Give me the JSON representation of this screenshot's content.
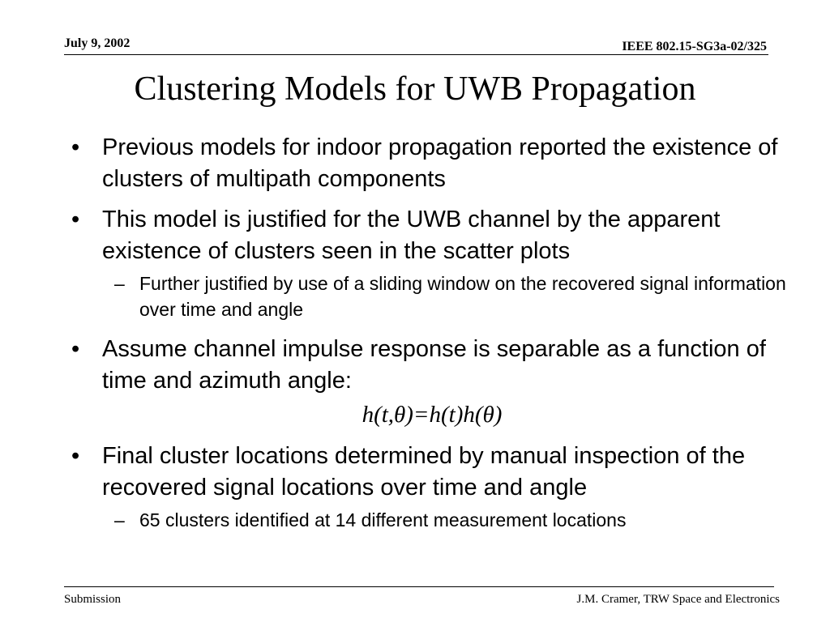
{
  "header": {
    "date": "July 9, 2002",
    "doc_id": "IEEE 802.15-SG3a-02/325"
  },
  "title": "Clustering Models for UWB Propagation",
  "bullets": [
    {
      "text": "Previous models for indoor propagation reported the existence of clusters of multipath components"
    },
    {
      "text": "This model is justified for the UWB channel by the apparent existence of clusters seen in the scatter plots",
      "sub": "Further justified by use of a sliding window on the recovered signal information over time and angle"
    },
    {
      "text": "Assume channel impulse response is separable as a function of time and azimuth angle:",
      "formula": "h(t,θ)=h(t)h(θ)"
    },
    {
      "text": "Final cluster locations determined by manual inspection of the recovered signal locations over time and angle",
      "sub": "65 clusters identified at 14 different measurement locations"
    }
  ],
  "glyphs": {
    "bullet": "•",
    "dash": "–"
  },
  "footer": {
    "left": "Submission",
    "right": "J.M. Cramer, TRW Space and Electronics"
  }
}
